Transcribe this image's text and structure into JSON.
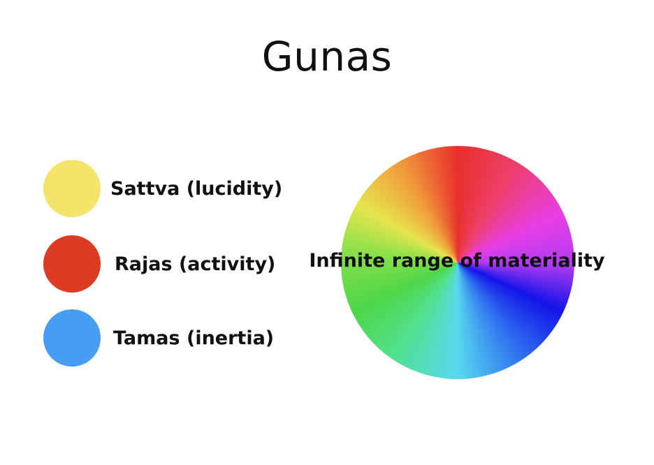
{
  "title": "Gunas",
  "legend": [
    {
      "label": "Sattva (lucidity)",
      "color": "#f4e46a"
    },
    {
      "label": "Rajas (activity)",
      "color": "#dc3b24"
    },
    {
      "label": "Tamas (inertia)",
      "color": "#479df2"
    }
  ],
  "wheel": {
    "label": "Infinite range of materiality"
  }
}
